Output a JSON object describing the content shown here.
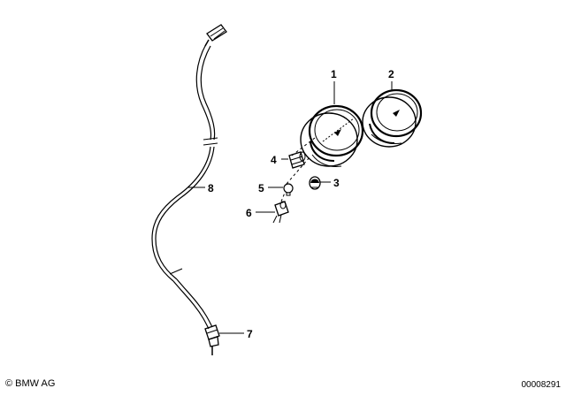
{
  "callouts": {
    "c1": "1",
    "c2": "2",
    "c3": "3",
    "c4": "4",
    "c5": "5",
    "c6": "6",
    "c7": "7",
    "c8": "8"
  },
  "footer": {
    "copyright": "© BMW AG",
    "image_number": "00008291"
  },
  "colors": {
    "ink": "#000000",
    "background": "#ffffff",
    "instrument_face": "#e8e8e8"
  }
}
